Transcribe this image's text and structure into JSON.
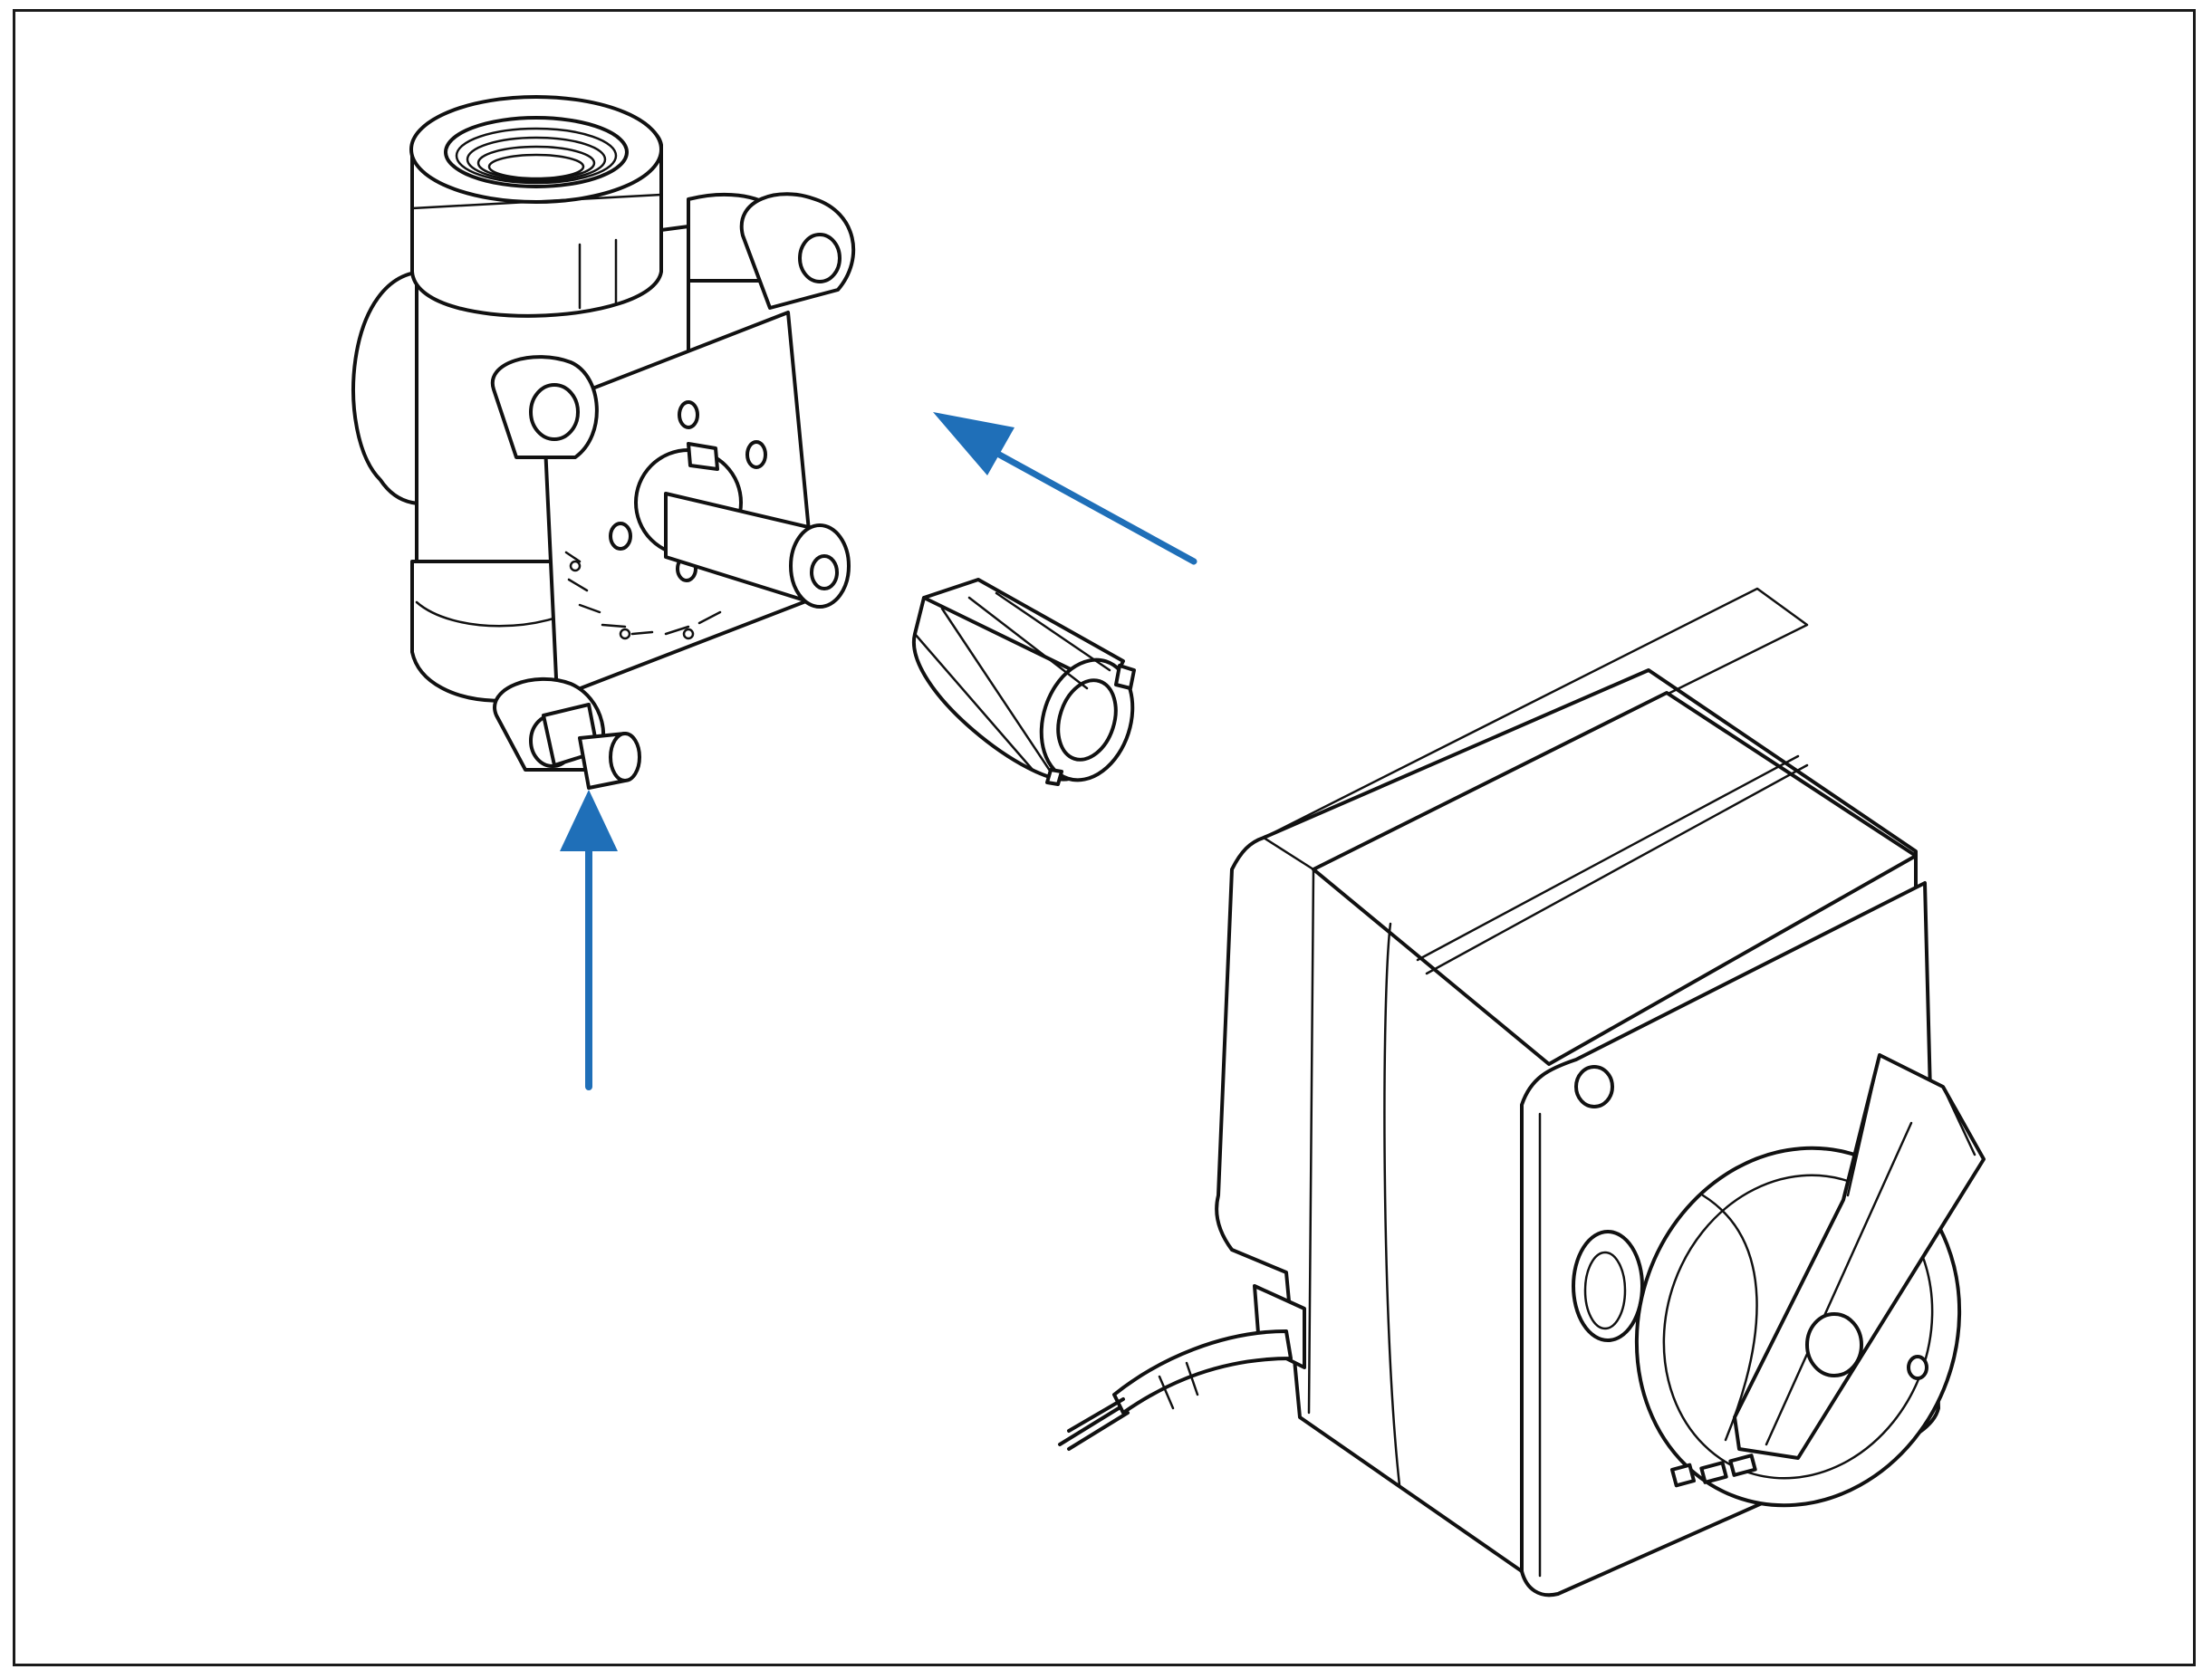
{
  "figure": {
    "kind": "assembly-diagram",
    "background": "#ffffff",
    "frame_color": "#1a1a1a",
    "line_color": "#111111",
    "arrow_color": "#1f6fb8",
    "parts": [
      "valve-body",
      "shaft-adapter",
      "actuator"
    ],
    "arrows": [
      {
        "name": "insert-adapter-arrow",
        "direction": "up-left"
      },
      {
        "name": "anti-rotation-pin-arrow",
        "direction": "up"
      }
    ]
  }
}
